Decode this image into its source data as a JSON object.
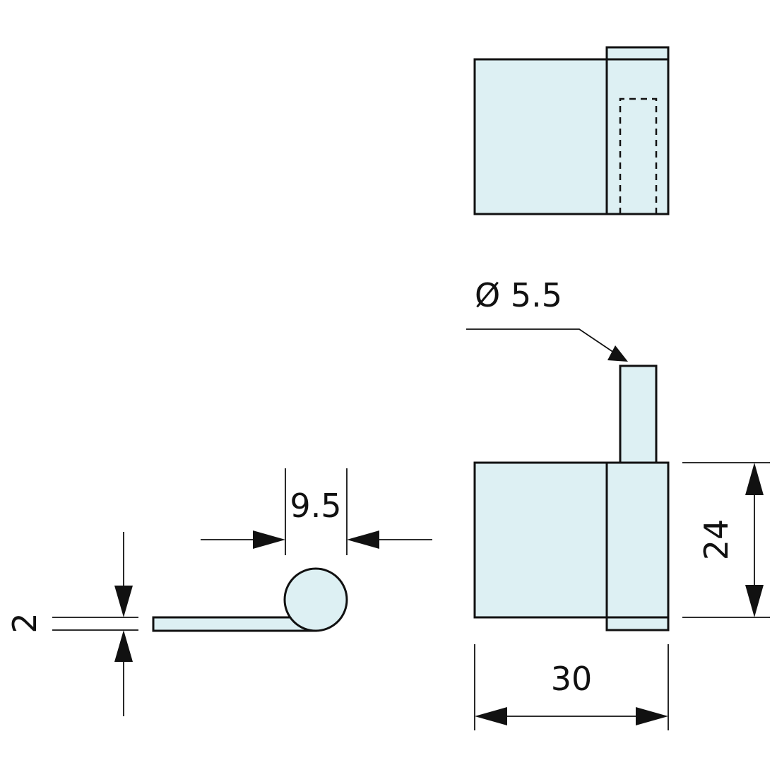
{
  "dimensions": {
    "pin_diameter": "Ø 5.5",
    "knuckle_offset": "9.5",
    "leaf_thickness": "2",
    "height": "24",
    "width": "30"
  },
  "colors": {
    "part_fill": "#ddf0f3",
    "line": "#111111",
    "background": "#ffffff"
  }
}
